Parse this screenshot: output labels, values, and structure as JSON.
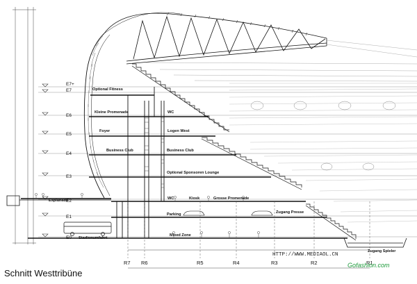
{
  "title": "Schnitt  Westtribüne",
  "levels": [
    {
      "id": "E7+",
      "label": "E7+"
    },
    {
      "id": "E7",
      "label": "E7"
    },
    {
      "id": "E6",
      "label": "E6"
    },
    {
      "id": "E5",
      "label": "E5"
    },
    {
      "id": "E4",
      "label": "E4"
    },
    {
      "id": "E3",
      "label": "E3"
    },
    {
      "id": "E2",
      "label": "E2"
    },
    {
      "id": "E1",
      "label": "E1"
    },
    {
      "id": "E0",
      "label": "E0"
    }
  ],
  "axes": [
    {
      "id": "R7",
      "label": "R7"
    },
    {
      "id": "R6",
      "label": "R6"
    },
    {
      "id": "R5",
      "label": "R5"
    },
    {
      "id": "R4",
      "label": "R4"
    },
    {
      "id": "R3",
      "label": "R3"
    },
    {
      "id": "R2",
      "label": "R2"
    },
    {
      "id": "R1",
      "label": "R1"
    }
  ],
  "rooms": [
    {
      "id": "optional-fitness",
      "label": "Optional Fitness"
    },
    {
      "id": "kleine-promenade",
      "label": "Kleine Promenade"
    },
    {
      "id": "wc-upper",
      "label": "WC"
    },
    {
      "id": "foyer",
      "label": "Foyer"
    },
    {
      "id": "logen-west",
      "label": "Logen West"
    },
    {
      "id": "business-club-left",
      "label": "Business Club"
    },
    {
      "id": "business-club-right",
      "label": "Business Club"
    },
    {
      "id": "sponsoren-lounge",
      "label": "Optional Sponsoren Lounge"
    },
    {
      "id": "esplanade",
      "label": "Esplanade"
    },
    {
      "id": "wc-lower",
      "label": "WC"
    },
    {
      "id": "kiosk",
      "label": "Kiosk"
    },
    {
      "id": "grosse-promenade",
      "label": "Grosse Promenade"
    },
    {
      "id": "parking",
      "label": "Parking"
    },
    {
      "id": "zugang-presse",
      "label": "Zugang Presse"
    },
    {
      "id": "stadionumfahrt",
      "label": "Stadionumfahrt"
    },
    {
      "id": "mixed-zone",
      "label": "Mixed Zone"
    },
    {
      "id": "zugang-spieler",
      "label": "Zugang Spieler"
    }
  ],
  "watermark": {
    "url": "HTTP://WWW.MEDIAOL.CN",
    "brand": "Gofashion.com"
  },
  "colors": {
    "line": "#111111",
    "grid": "#9a9a9a",
    "watermark_brand": "#1c9a3a"
  }
}
